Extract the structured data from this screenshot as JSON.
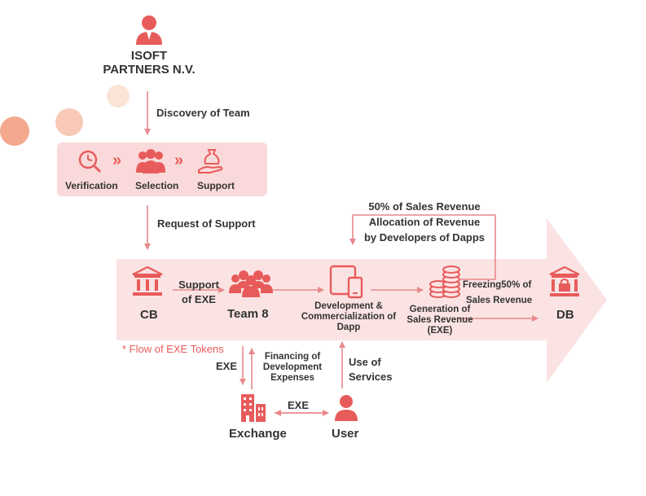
{
  "top_entity": {
    "line1": "ISOFT",
    "line2": "PARTNERS N.V."
  },
  "discovery": "Discovery of Team",
  "process": {
    "verification": "Verification",
    "selection": "Selection",
    "support": "Support"
  },
  "request": "Request of Support",
  "revenue_note": {
    "line1": "50% of Sales Revenue",
    "line2": "Allocation of Revenue",
    "line3": "by Developers of Dapps"
  },
  "flow": {
    "cb": "CB",
    "support_line1": "Support",
    "support_line2": "of EXE",
    "team": "Team 8",
    "dev_line1": "Development &",
    "dev_line2": "Commercialization of",
    "dev_line3": "Dapp",
    "gen_line1": "Generation of",
    "gen_line2": "Sales Revenue",
    "gen_line3": "(EXE)",
    "freeze_line1": "Freezing50% of",
    "freeze_line2": "Sales Revenue",
    "db": "DB"
  },
  "token_flow": "* Flow of EXE Tokens",
  "lower": {
    "exe_left": "EXE",
    "financing_line1": "Financing of",
    "financing_line2": "Development",
    "financing_line3": "Expenses",
    "use_line1": "Use of",
    "use_line2": "Services",
    "exchange": "Exchange",
    "exe_mid": "EXE",
    "user": "User"
  },
  "colors": {
    "accent": "#e85b5b",
    "light_band": "#fbe3e3",
    "box": "#f9d9d9",
    "arrow_line": "#e8898c"
  }
}
